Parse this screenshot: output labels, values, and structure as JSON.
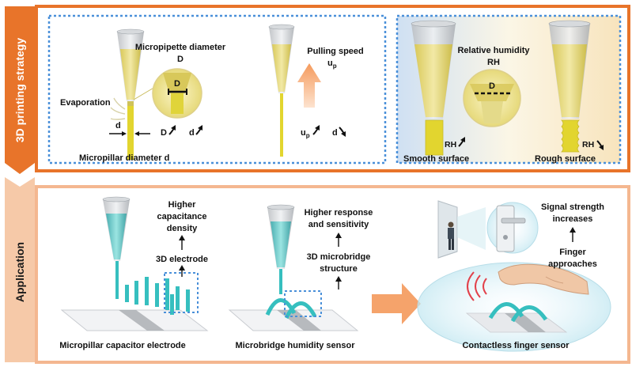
{
  "colors": {
    "top_orange": "#e8742a",
    "bottom_peach": "#f4b790",
    "dashed_blue": "#4a90d9",
    "solution_yellow": "#e9dc6c",
    "pillar_yellow": "#e2d52f",
    "teal": "#36bfbf",
    "arrow_peach": "#f5a36b"
  },
  "sections": {
    "top_label": "3D printing strategy",
    "bottom_label": "Application"
  },
  "panel1": {
    "evaporation": "Evaporation",
    "micropipette_line1": "Micropipette diameter",
    "micropipette_line2": "D",
    "zoom_D": "D",
    "small_d": "d",
    "relation_D": "D",
    "relation_d": "d",
    "caption": "Micropillar diameter d"
  },
  "panel2": {
    "pulling_line1": "Pulling speed",
    "pulling_symbol": "u",
    "pulling_sub": "p",
    "relation_u": "u",
    "relation_u_sub": "p",
    "relation_d": "d"
  },
  "panel3": {
    "humidity_line1": "Relative humidity",
    "humidity_line2": "RH",
    "zoom_D": "D",
    "rh_left": "RH",
    "rh_right": "RH",
    "smooth": "Smooth surface",
    "rough": "Rough surface"
  },
  "app1": {
    "line1": "Higher",
    "line2": "capacitance",
    "line3": "density",
    "electrode": "3D electrode",
    "caption": "Micropillar capacitor electrode"
  },
  "app2": {
    "line1": "Higher response",
    "line2": "and sensitivity",
    "struct1": "3D microbridge",
    "struct2": "structure",
    "caption": "Microbridge humidity sensor"
  },
  "app3": {
    "signal1": "Signal strength",
    "signal2": "increases",
    "finger1": "Finger",
    "finger2": "approaches",
    "caption": "Contactless finger sensor"
  }
}
